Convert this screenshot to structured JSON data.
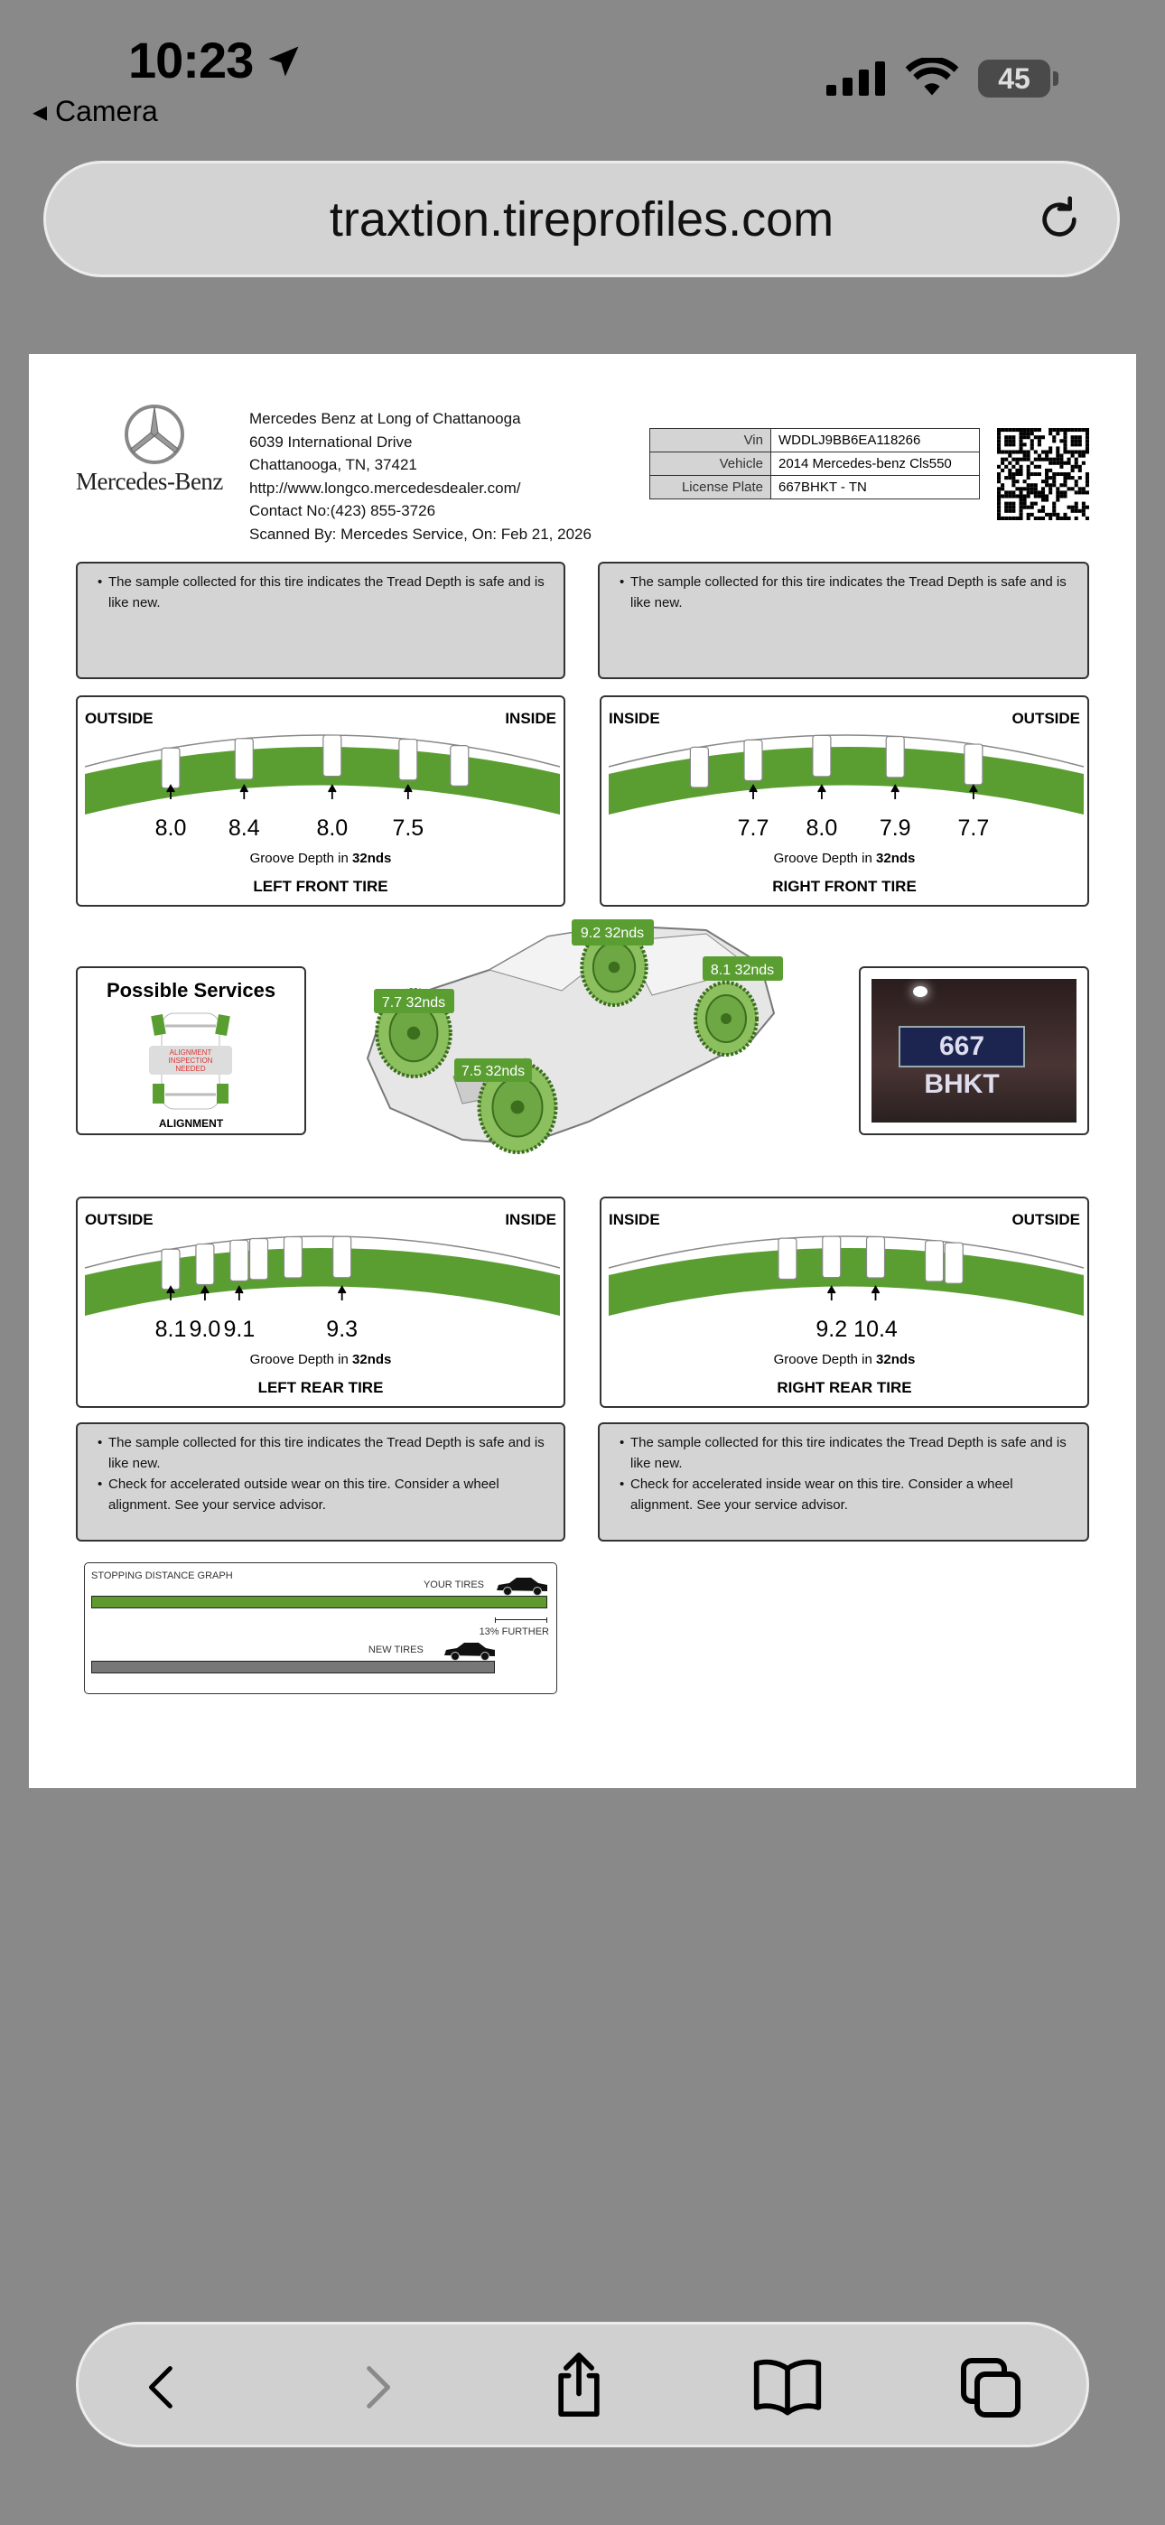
{
  "status_bar": {
    "time": "10:23",
    "back_app": "Camera",
    "battery": "45"
  },
  "browser": {
    "url": "traxtion.tireprofiles.com"
  },
  "report": {
    "brand": "Mercedes-Benz",
    "dealer_lines": [
      "Mercedes Benz at Long of Chattanooga",
      "6039 International Drive",
      "Chattanooga, TN, 37421",
      "http://www.longco.mercedesdealer.com/",
      "Contact No:(423) 855-3726",
      "Scanned By: Mercedes Service, On: Feb 21, 2026"
    ],
    "vehicle_info": [
      {
        "label": "Vin",
        "value": "WDDLJ9BB6EA118266"
      },
      {
        "label": "Vehicle",
        "value": "2014 Mercedes-benz Cls550"
      },
      {
        "label": "License Plate",
        "value": "667BHKT - TN"
      }
    ],
    "groove_caption_prefix": "Groove Depth in ",
    "groove_caption_unit": "32nds",
    "tires": [
      {
        "name": "LEFT FRONT TIRE",
        "left_label": "OUTSIDE",
        "right_label": "INSIDE",
        "depths": [
          "8.0",
          "8.4",
          "8.0",
          "7.5"
        ],
        "notes": [
          "The sample collected for this tire indicates the Tread Depth is safe and is like new."
        ]
      },
      {
        "name": "RIGHT FRONT TIRE",
        "left_label": "INSIDE",
        "right_label": "OUTSIDE",
        "depths": [
          "7.7",
          "8.0",
          "7.9",
          "7.7"
        ],
        "notes": [
          "The sample collected for this tire indicates the Tread Depth is safe and is like new."
        ]
      },
      {
        "name": "LEFT REAR TIRE",
        "left_label": "OUTSIDE",
        "right_label": "INSIDE",
        "depths": [
          "8.1",
          "9.0",
          "9.1",
          "9.3"
        ],
        "notes": [
          "The sample collected for this tire indicates the Tread Depth is safe and is like new.",
          "Check for accelerated outside wear on this tire. Consider a wheel alignment. See your service advisor."
        ]
      },
      {
        "name": "RIGHT REAR TIRE",
        "left_label": "INSIDE",
        "right_label": "OUTSIDE",
        "depths": [
          "9.2",
          "10.4"
        ],
        "notes": [
          "The sample collected for this tire indicates the Tread Depth is safe and is like new.",
          "Check for accelerated inside wear on this tire. Consider a wheel alignment. See your service advisor."
        ]
      }
    ],
    "services": {
      "title": "Possible Services",
      "warning": [
        "ALIGNMENT",
        "INSPECTION",
        "NEEDED"
      ],
      "label": "ALIGNMENT"
    },
    "car_labels": {
      "front_left": "7.7 32nds",
      "front_right": "7.5 32nds",
      "rear_left": "9.2 32nds",
      "rear_right": "8.1 32nds"
    },
    "plate_text": "667 BHKT",
    "stopping": {
      "title": "STOPPING DISTANCE GRAPH",
      "your_tires": "YOUR TIRES",
      "new_tires": "NEW TIRES",
      "difference": "13% FURTHER",
      "new_tires_fraction": 0.885
    },
    "colors": {
      "green": "#5a9e32",
      "panel_gray": "#d4d4d4"
    }
  }
}
